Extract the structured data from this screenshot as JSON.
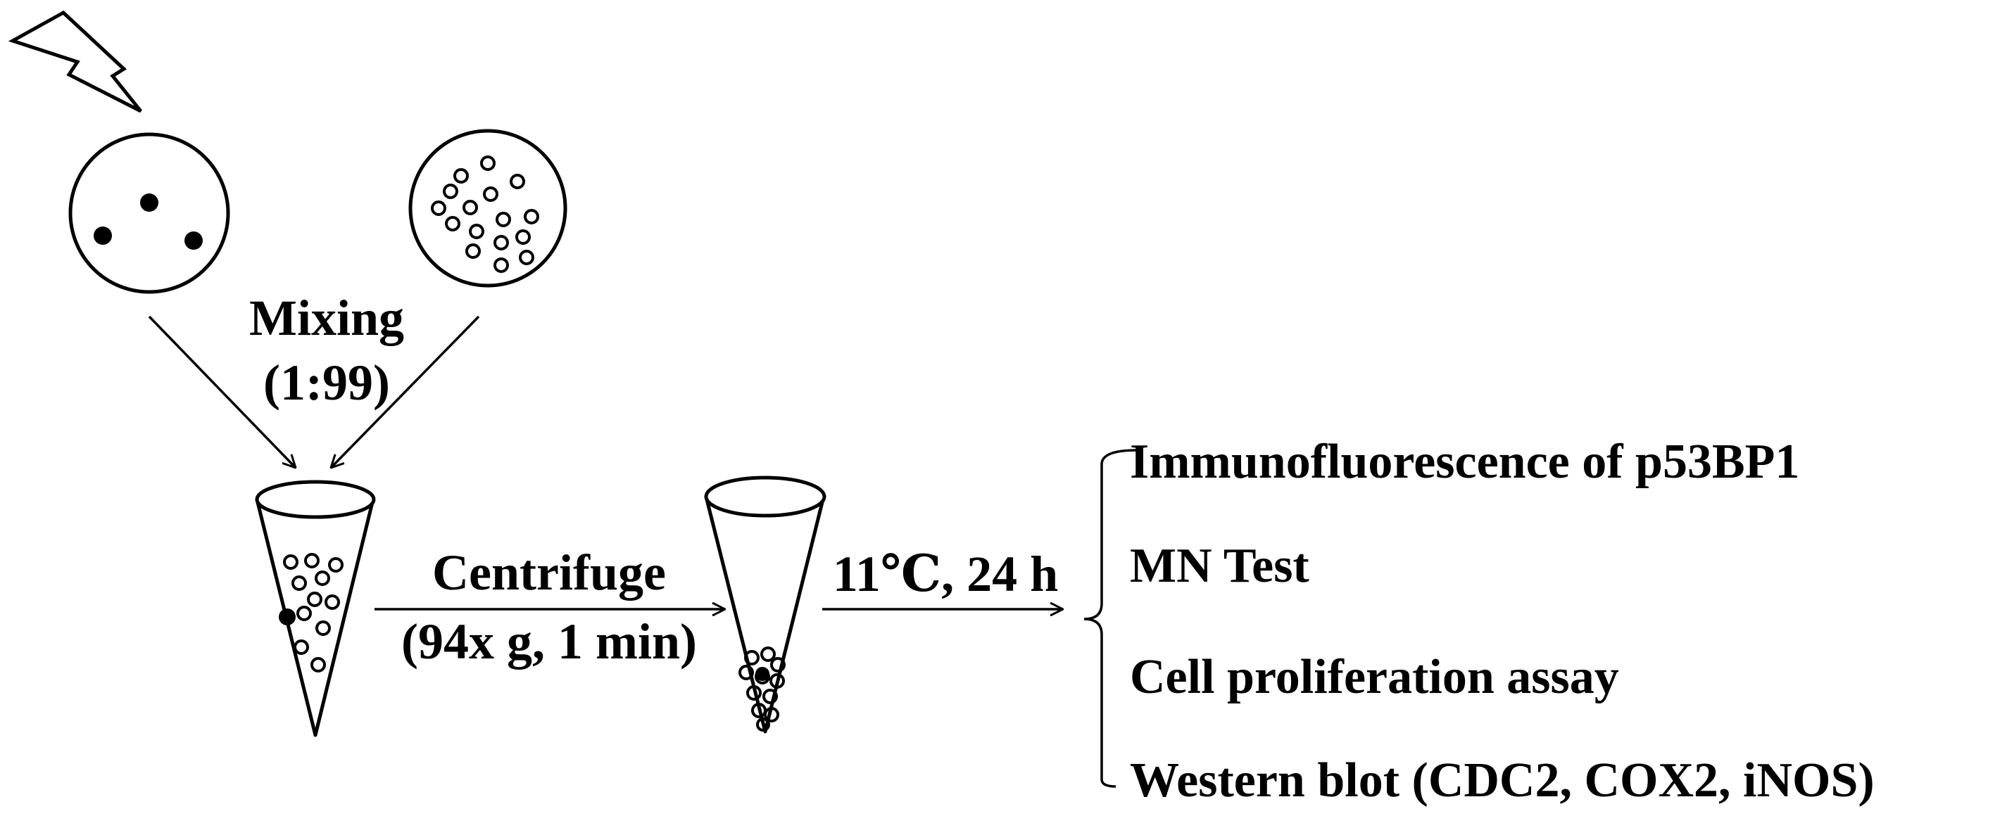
{
  "labels": {
    "mixing": "Mixing",
    "ratio": "(1:99)",
    "centrifuge": "Centrifuge",
    "centrifuge_params": "(94x g, 1 min)",
    "incubation": "11℃, 24 h"
  },
  "outcomes": [
    "Immunofluorescence of  p53BP1",
    "MN Test",
    "Cell proliferation assay",
    "Western blot (CDC2, COX2, iNOS)"
  ],
  "icons": {
    "radiation": "lightning-bolt-icon",
    "irradiated_dish": "dish-with-filled-cells",
    "nonirradiated_dish": "dish-with-open-cells",
    "tube_mixed": "tube-with-suspended-cells",
    "tube_pellet": "tube-with-cell-pellet"
  },
  "colors": {
    "ink": "#000000",
    "background": "#ffffff"
  }
}
